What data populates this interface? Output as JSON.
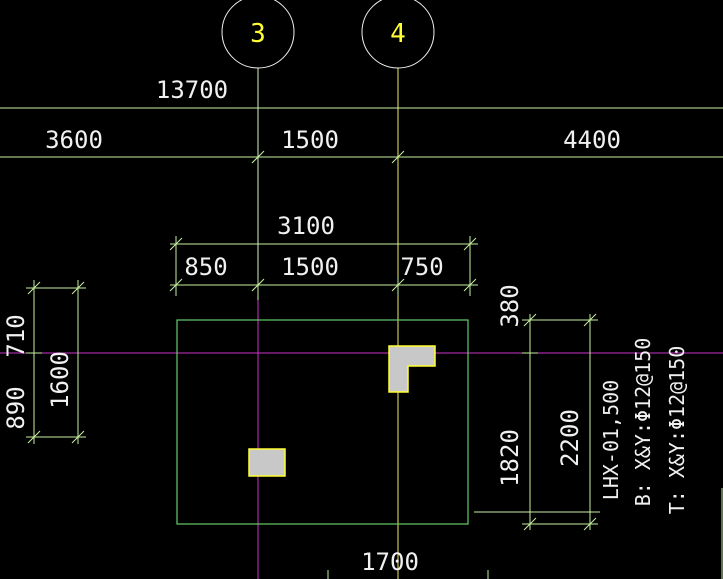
{
  "grid_bubbles": [
    {
      "label": "3"
    },
    {
      "label": "4"
    }
  ],
  "dimensions": {
    "overall_top": "13700",
    "top_row": [
      "3600",
      "1500",
      "4400"
    ],
    "footing_total": "3100",
    "footing_row": [
      "850",
      "1500",
      "750"
    ],
    "left_upper": "710",
    "left_lower": "890",
    "left_total": "1600",
    "right_top": "380",
    "right_bottom": "1820",
    "right_total": "2200",
    "bottom": "1700"
  },
  "footing_annotation": {
    "name": "LHX-01,500",
    "bottom_rebar": "B: X&Y:Φ12@150",
    "top_rebar": "T: X&Y:Φ12@150"
  },
  "colors": {
    "background": "#000000",
    "dimension_line": "#c8f0a0",
    "footing_outline": "#66cc66",
    "axis_line_magenta": "#cc33cc",
    "grid_line_yellow": "#eeee66",
    "column_fill": "#c8c8c8",
    "column_outline": "#ffff33",
    "text": "#f0f0f0"
  }
}
